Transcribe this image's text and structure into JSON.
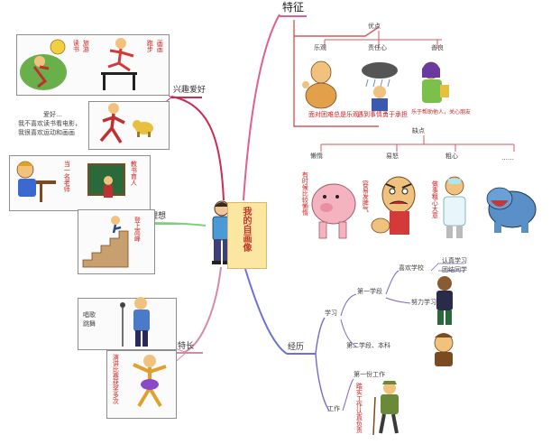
{
  "central": {
    "title": "我的自画像"
  },
  "branches": {
    "traits": {
      "label": "特征",
      "subs": {
        "merits": {
          "label": "优点",
          "items": [
            {
              "label": "乐观",
              "caption": "面对困难总是乐观"
            },
            {
              "label": "责任心",
              "caption": "遇到事情勇于承担"
            },
            {
              "label": "善良",
              "caption": "乐于帮助他人，关心朋友"
            }
          ]
        },
        "faults": {
          "label": "缺点",
          "items": [
            {
              "label": "懒惰",
              "caption": "有时候比较懒惰"
            },
            {
              "label": "易怒",
              "caption": "容易发脾气"
            },
            {
              "label": "粗心",
              "caption": "做事粗心大意"
            },
            {
              "label": "……",
              "caption": ""
            }
          ]
        }
      }
    },
    "hobbies": {
      "label": "兴趣爱好",
      "notes": [
        "读书",
        "旅游",
        "跑步",
        "画画"
      ],
      "caption": [
        "爱好…",
        "我不喜欢读书看电影，",
        "我很喜欢运动和画画"
      ]
    },
    "ideals": {
      "label": "理想",
      "notes": [
        "当一名老师",
        "教书育人",
        "登上高峰"
      ]
    },
    "strengths": {
      "label": "特长",
      "notes": [
        "唱歌",
        "跳舞"
      ],
      "caption": "演讲比赛获奖多次"
    },
    "experiences": {
      "label": "经历",
      "subs": {
        "study": {
          "label": "学习",
          "items": [
            {
              "label": "第一学段",
              "sub": "喜欢学校",
              "lines": [
                "认真学习",
                "团结同学"
              ]
            },
            {
              "label": "第二学段、本科",
              "sub": "努力学习"
            }
          ]
        },
        "work": {
          "label": "工作",
          "items": [
            {
              "label": "第一份工作",
              "caption": "踏实工作认真负责"
            }
          ]
        }
      }
    }
  },
  "colors": {
    "traits": "#e0608a",
    "hobbies": "#cc2b52",
    "ideals": "#7fcd7f",
    "strengths": "#d78aa8",
    "experiences": "#6f6fd8",
    "sub_traits": "#d45a5a",
    "sub_exp": "#7a66c8",
    "note_red": "#cc2222"
  },
  "icons": [
    "teacher-figure",
    "athlete-figure",
    "hurdle-runner-figure",
    "runner-figure",
    "dog-figure",
    "student-reading-figure",
    "blackboard-figure",
    "staircase-figure",
    "monk-figure",
    "raincloud-figure",
    "lady-figure",
    "pig-figure",
    "angry-face-figure",
    "doctor-figure",
    "hippo-figure",
    "singer-figure",
    "dancer-figure",
    "boy-figure",
    "frightened-figure",
    "hiker-figure"
  ]
}
